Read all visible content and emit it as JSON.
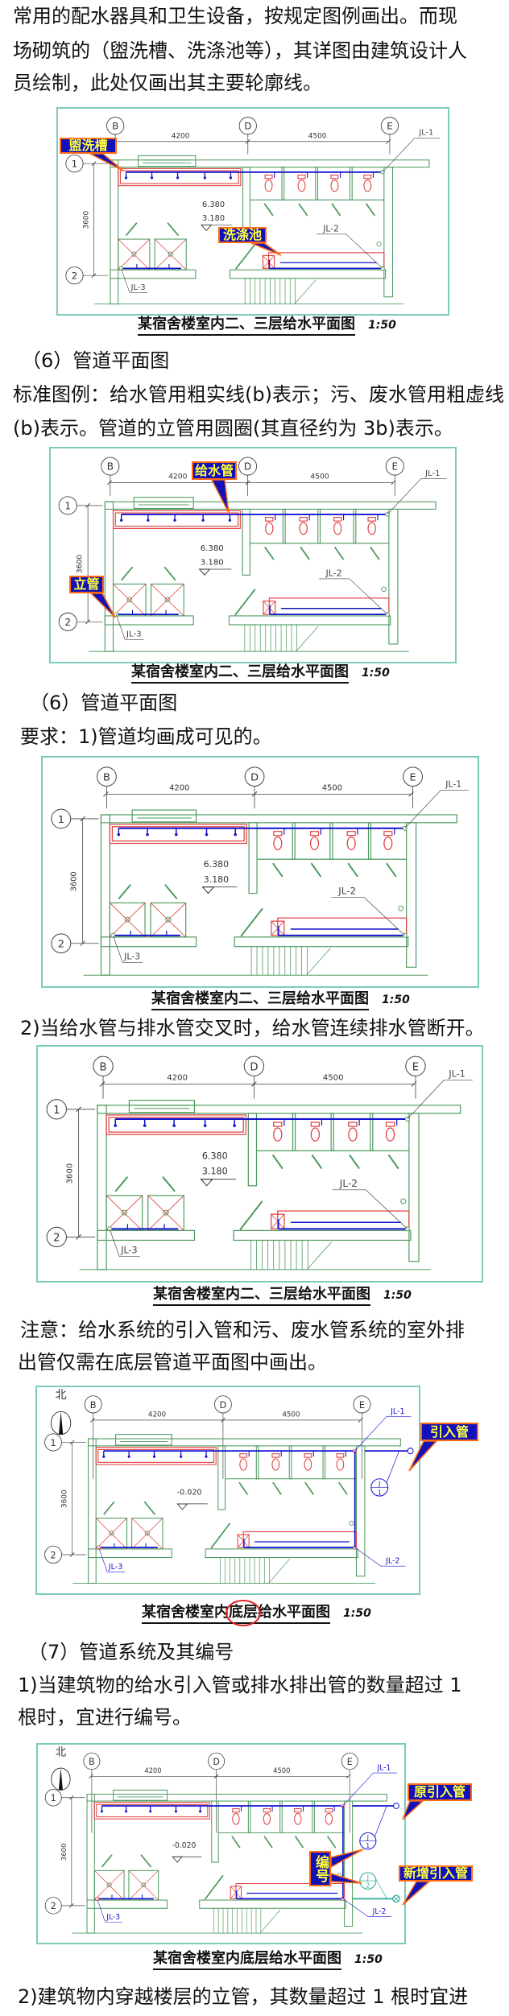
{
  "text": {
    "p1": [
      "常用的配水器具和卫生设备，按规定图例画出。而现",
      "场砌筑的（盥洗槽、洗涤池等），其详图由建筑设计人",
      "员绘制，此处仅画出其主要轮廓线。"
    ],
    "h6a": "（6）管道平面图",
    "p2": [
      "标准图例：给水管用粗实线(b)表示；污、废水管用粗虚线",
      "(b)表示。管道的立管用圆圈(其直径约为 3b)表示。"
    ],
    "h6b": "（6）管道平面图",
    "p3": "要求：1)管道均画成可见的。",
    "p4": "2)当给水管与排水管交叉时，给水管连续排水管断开。",
    "p5": [
      "注意：给水系统的引入管和污、废水管系统的室外排",
      "出管仅需在底层管道平面图中画出。"
    ],
    "h7": "（7）管道系统及其编号",
    "p6": [
      "1)当建筑物的给水引入管或排水排出管的数量超过 1",
      "根时，宜进行编号。"
    ],
    "p7": "2)建筑物内穿越楼层的立管，其数量超过 1 根时宜进"
  },
  "plan": {
    "axes": [
      "B",
      "D",
      "E"
    ],
    "rows": [
      "1",
      "2"
    ],
    "dims": [
      "4200",
      "4500"
    ],
    "dim_v": "3600",
    "risers": [
      "JL-1",
      "JL-2",
      "JL-3"
    ],
    "elev_upper": [
      "6.380",
      "3.180"
    ],
    "elev_ground": "-0.020",
    "north": "北",
    "entry_letter": "J",
    "entry_nums": [
      "1",
      "2"
    ]
  },
  "colors": {
    "water_pipe": "#1414d0",
    "fixture": "#e03c3c",
    "wall": "#4f9a5f",
    "frame": "#7ccbbd",
    "callout_bg": "#1212b8",
    "callout_border": "#ff6a10",
    "callout_text": "#ffff3c"
  },
  "figures": [
    {
      "caption": "某宿舍楼室内二、三层给水平面图",
      "scale": "1:50",
      "callouts": [
        "盥洗槽",
        "洗涤池"
      ]
    },
    {
      "caption": "某宿舍楼室内二、三层给水平面图",
      "scale": "1:50",
      "callouts": [
        "给水管",
        "立管"
      ]
    },
    {
      "caption": "某宿舍楼室内二、三层给水平面图",
      "scale": "1:50"
    },
    {
      "caption": "某宿舍楼室内二、三层给水平面图",
      "scale": "1:50"
    },
    {
      "caption": "某宿舍楼室内底层给水平面图",
      "scale": "1:50",
      "callouts": [
        "引入管"
      ]
    },
    {
      "caption": "某宿舍楼室内底层给水平面图",
      "scale": "1:50",
      "callouts": [
        "原引入管",
        "编号",
        "新增引入管"
      ]
    }
  ]
}
